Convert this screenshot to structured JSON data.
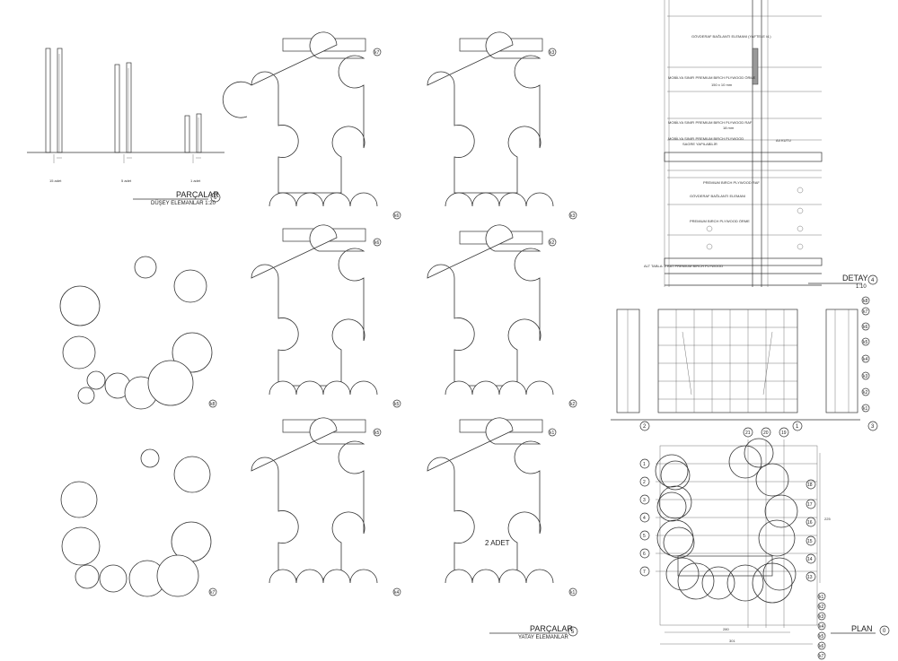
{
  "panels": {
    "p6": {
      "title": "PARÇALAR",
      "subtitle": "DÜŞEY ELEMANLAR 1:20",
      "number": "6",
      "qty": [
        "15 adet",
        "5 adet",
        "1 adet"
      ]
    },
    "p5": {
      "title": "PARÇALAR",
      "subtitle": "YATAY ELEMANLAR",
      "number": "5"
    },
    "p4": {
      "title": "DETAY",
      "subtitle": "1:10",
      "number": "4"
    },
    "p0": {
      "title": "PLAN",
      "number": "0"
    }
  },
  "piece_tags": [
    "k8",
    "k7",
    "k6",
    "k5",
    "k4",
    "k3",
    "k2",
    "k1",
    "k8",
    "k6",
    "k5",
    "k4",
    "k3",
    "k2",
    "k1",
    "k7"
  ],
  "note_2adet": "2 ADET",
  "detail_notes": [
    "GÖVDERAF BAĞLANTI ELEMANI (YAFTELE i4.)",
    "MOBİLYA SINIFI PREMIUM BIRCH PLYWOOD ÖRME",
    "150 x 10 mm",
    "MOBİLYA SINIFI PREMIUM BIRCH PLYWOOD RAF",
    "18 mm",
    "A4 KUTU",
    "MOBİLYA SINIFI PREMIUM BIRCH PLYWOOD",
    "SAGRE YAPILABİLİR",
    "PREMIUM BIRCH PLYWOOD RAF",
    "GÖVDERAF BAĞLANTI ELEMANI",
    "PREMIUM BIRCH PLYWOOD ÖRME",
    "ALT TABLA: 2 KAT PREMIUM BIRCH PLYWOOD"
  ],
  "section_markers": [
    "2",
    "1",
    "3"
  ],
  "elevation_tags": [
    "k8",
    "k7",
    "k6",
    "k5",
    "k4",
    "k3",
    "k2",
    "k1"
  ],
  "plan_grid_left": [
    "1",
    "2",
    "3",
    "4",
    "5",
    "6",
    "7"
  ],
  "plan_grid_right": [
    "18",
    "17",
    "16",
    "15",
    "14",
    "13"
  ],
  "plan_grid_top": [
    "21",
    "20",
    "19"
  ],
  "plan_tags": [
    "k1",
    "k2",
    "k3",
    "k4",
    "k5",
    "k6",
    "k7"
  ],
  "plan_dims": [
    "280",
    "301",
    "225"
  ]
}
